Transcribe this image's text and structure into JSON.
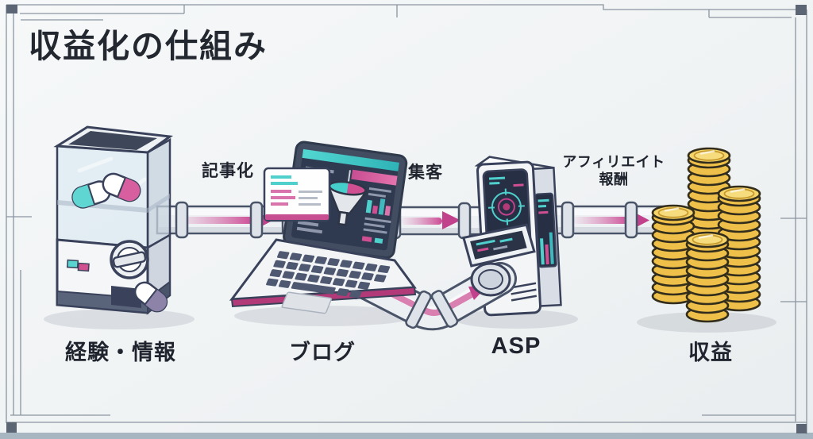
{
  "title": "収益化の仕組み",
  "flow": {
    "nodes": [
      {
        "id": "experience",
        "label": "経験・情報",
        "icon": "capsule-machine-icon"
      },
      {
        "id": "blog",
        "label": "ブログ",
        "icon": "laptop-icon"
      },
      {
        "id": "asp",
        "label": "ASP",
        "icon": "server-kiosk-icon"
      },
      {
        "id": "revenue",
        "label": "収益",
        "icon": "coin-stacks-icon"
      }
    ],
    "edges": [
      {
        "from": "experience",
        "to": "blog",
        "label": "記事化"
      },
      {
        "from": "blog",
        "to": "asp",
        "label": "集客"
      },
      {
        "from": "asp",
        "to": "revenue",
        "label": "アフィリエイト報酬",
        "label_lines": [
          "アフィリエイト",
          "報酬"
        ]
      }
    ]
  },
  "colors": {
    "background": "#f1f3f4",
    "outline": "#39425a",
    "accent_pink": "#c9418c",
    "accent_teal": "#4fd0cc",
    "coin_gold": "#efc14b",
    "frame_line": "#8b95a0",
    "text": "#20242e"
  }
}
